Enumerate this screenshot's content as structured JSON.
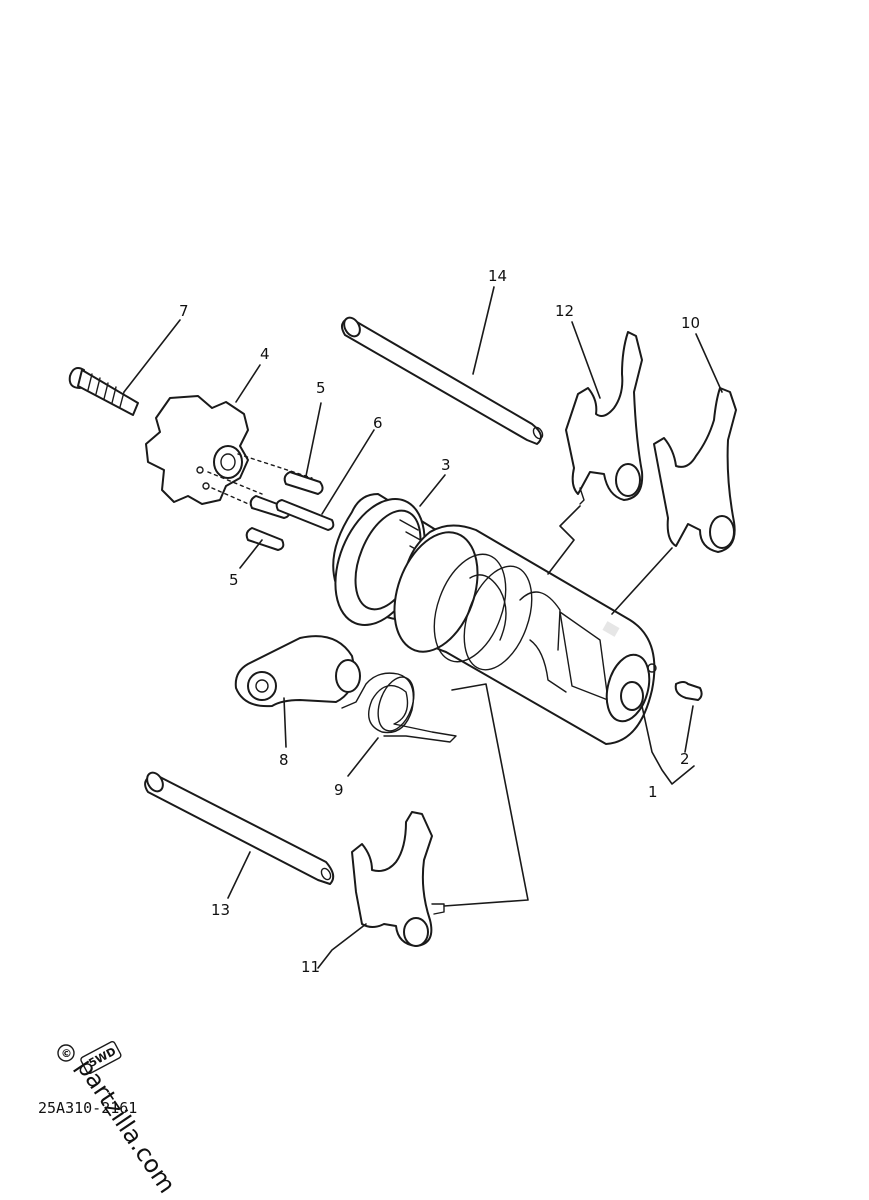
{
  "diagram": {
    "labels": {
      "p1": "1",
      "p2": "2",
      "p3": "3",
      "p4": "4",
      "p5a": "5",
      "p5b": "5",
      "p6": "6",
      "p7": "7",
      "p8": "8",
      "p9": "9",
      "p10": "10",
      "p11": "11",
      "p12": "12",
      "p13": "13",
      "p14": "14"
    },
    "drawing_code": "25A310-2161",
    "watermark": "partzilla.com",
    "badge": "5WD",
    "copyright_symbol": "©"
  }
}
